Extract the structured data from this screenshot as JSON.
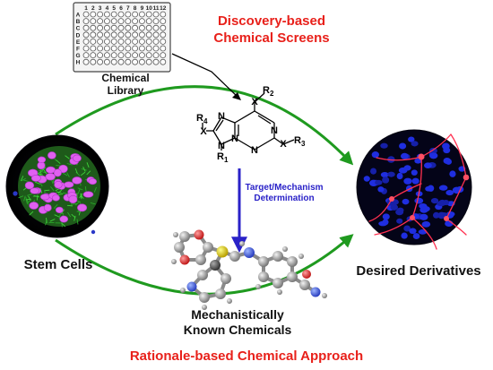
{
  "titles": {
    "discovery_line1": "Discovery-based",
    "discovery_line2": "Chemical Screens",
    "rational": "Rationale-based Chemical Approach"
  },
  "labels": {
    "library_line1": "Chemical",
    "library_line2": "Library",
    "stem_cells": "Stem Cells",
    "desired": "Desired Derivatives",
    "known_line1": "Mechanistically",
    "known_line2": "Known Chemicals",
    "target_line1": "Target/Mechanism",
    "target_line2": "Determination"
  },
  "plate": {
    "columns": [
      "1",
      "2",
      "3",
      "4",
      "5",
      "6",
      "7",
      "8",
      "9",
      "10",
      "11",
      "12"
    ],
    "rows": [
      "A",
      "B",
      "C",
      "D",
      "E",
      "F",
      "G",
      "H"
    ]
  },
  "molecule": {
    "r1": "R",
    "r1_sub": "1",
    "r2": "R",
    "r2_sub": "2",
    "r3": "R",
    "r3_sub": "3",
    "r4": "R",
    "r4_sub": "4",
    "x_top": "X",
    "x_left": "X",
    "x_right": "X",
    "n_top": "N",
    "n_left": "N",
    "n_bottom": "N",
    "n_ring_right": "N",
    "n_ring_bottom": "N"
  },
  "colors": {
    "red_text": "#e8201a",
    "green_arrow": "#1f9a1f",
    "blue_arrow": "#2a22c8"
  }
}
